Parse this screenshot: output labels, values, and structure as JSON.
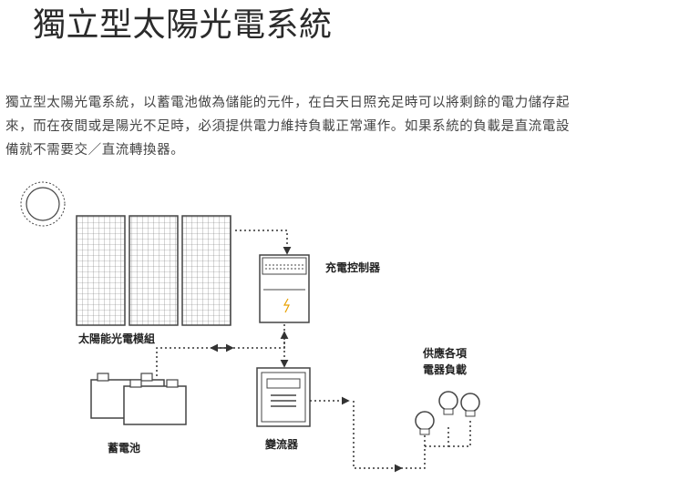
{
  "page": {
    "title": "獨立型太陽光電系統",
    "paragraph": [
      "獨立型太陽光電系統，以蓄電池做為儲能的元件，在白天日照充足時可以將剩餘的電力儲存起",
      "來，而在夜間或是陽光不足時，必須提供電力維持負載正常運作。如果系統的負載是直流電設",
      "備就不需要交／直流轉換器。"
    ]
  },
  "diagram": {
    "labels": {
      "solar_module": "太陽能光電模組",
      "charge_controller": "充電控制器",
      "battery": "蓄電池",
      "inverter": "變流器",
      "load_line1": "供應各項",
      "load_line2": "電器負載"
    },
    "icons": {
      "sun": "sun-icon",
      "solar_panel": "solar-panel-icon",
      "charge_controller": "charge-controller-icon",
      "battery": "battery-icon",
      "inverter": "inverter-icon",
      "bulb": "light-bulb-icon"
    },
    "colors": {
      "line": "#333333",
      "accent_yellow": "#e8a000"
    }
  }
}
